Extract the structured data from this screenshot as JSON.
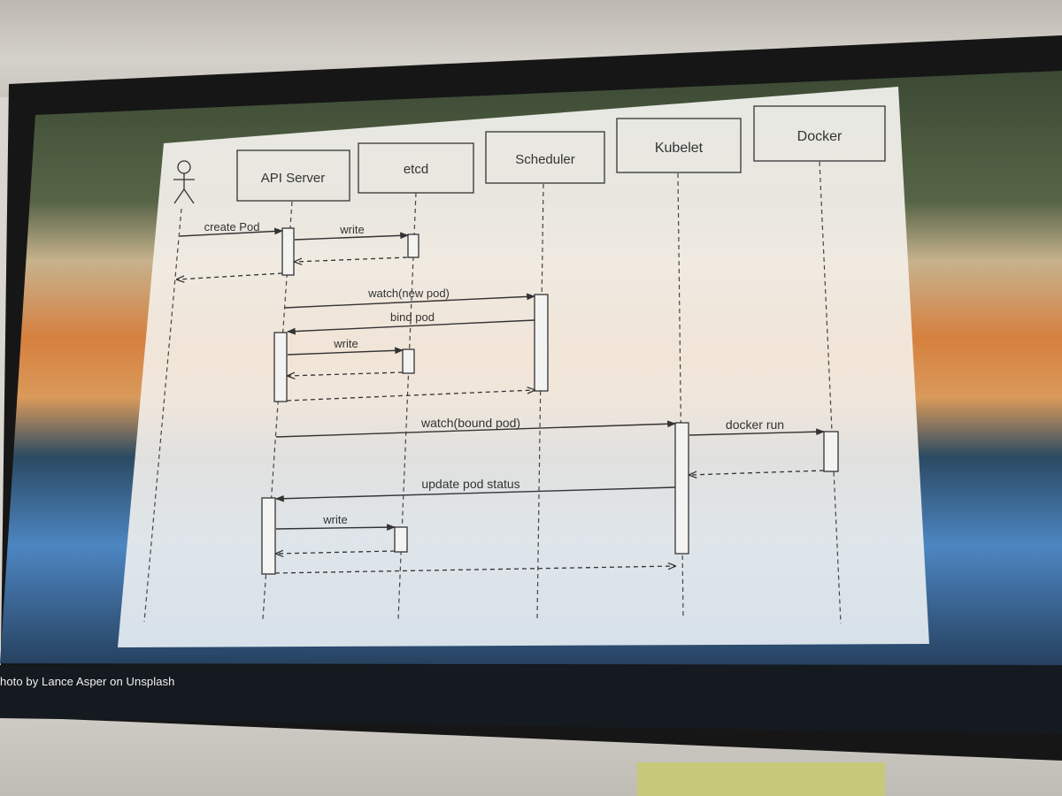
{
  "photo_credit": "hoto by Lance Asper on Unsplash",
  "participants": {
    "actor": "",
    "api_server": "API Server",
    "etcd": "etcd",
    "scheduler": "Scheduler",
    "kubelet": "Kubelet",
    "docker": "Docker"
  },
  "messages": {
    "create_pod": "create Pod",
    "write_1": "write",
    "watch_new_pod": "watch(new pod)",
    "bind_pod": "bind pod",
    "write_2": "write",
    "watch_bound_pod": "watch(bound pod)",
    "docker_run": "docker run",
    "update_pod_status": "update pod status",
    "write_3": "write"
  },
  "colors": {
    "panel": "#eef0f2",
    "line": "#333333",
    "frame": "#1a1a1a"
  }
}
